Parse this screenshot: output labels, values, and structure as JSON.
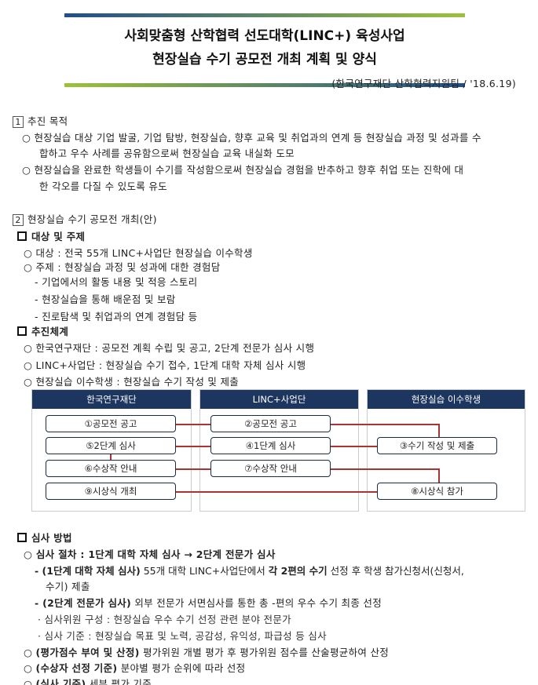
{
  "header": {
    "title_line1": "사회맞춤형 산학협력 선도대학(LINC+) 육성사업",
    "title_line2": "현장실습 수기 공모전 개최 계획 및 양식",
    "source": "(한국연구재단 산학협력지원팀 / '18.6.19)"
  },
  "section1": {
    "num": "1",
    "title": "추진 목적",
    "items": [
      {
        "line1": "○ 현장실습 대상 기업 발굴, 기업 탐방, 현장실습, 향후 교육 및 취업과의 연계 등 현장실습 과정 및 성과를 수",
        "line2": "합하고 우수 사례를 공유함으로써 현장실습 교육 내실화 도모"
      },
      {
        "line1": "○ 현장실습을 완료한 학생들이 수기를 작성함으로써 현장실습 경험을 반추하고 향후 취업 또는 진학에 대",
        "line2": "한 각오를 다질 수 있도록 유도"
      }
    ]
  },
  "section2": {
    "num": "2",
    "title": "현장실습 수기 공모전 개최(안)",
    "target": {
      "heading": "대상 및 주제",
      "lines": [
        "○ 대상 : 전국 55개 LINC+사업단 현장실습 이수학생",
        "○ 주제 : 현장실습 과정 및 성과에 대한 경험담",
        "- 기업에서의 활동 내용 및 적응 스토리",
        "- 현장실습을 통해 배운점 및 보람",
        "- 진로탐색 및 취업과의 연계 경험담 등"
      ]
    },
    "system": {
      "heading": "추진체계",
      "lines": [
        "○ 한국연구재단 : 공모전 계획 수립 및 공고, 2단계 전문가 심사 시행",
        "○  LINC+사업단 : 현장실습 수기 접수, 1단계 대학 자체 심사 시행",
        "○ 현장실습 이수학생 : 현장실습 수기 작성 및 제출"
      ]
    },
    "diagram": {
      "columns": [
        "한국연구재단",
        "LINC+사업단",
        "현장실습 이수학생"
      ],
      "steps": {
        "s1": "①공모전 공고",
        "s2": "②공모전 공고",
        "s3": "③수기 작성 및 제출",
        "s4": "④1단계 심사",
        "s5": "⑤2단계 심사",
        "s6": "⑥수상작 안내",
        "s7": "⑦수상작 안내",
        "s8": "⑧시상식 참가",
        "s9": "⑨시상식 개최"
      },
      "arrow_color": "#a33333",
      "header_color": "#1d3660"
    },
    "review": {
      "heading": "심사 방법",
      "l1": "○ 심사 절차 : 1단계 대학 자체 심사 → 2단계 전문가 심사",
      "l2_bold": "- (1단계 대학 자체 심사)",
      "l2_a": " 55개 대학 LINC+사업단에서 ",
      "l2_bold2": "각 2편의 수기",
      "l2_b": " 선정 후 학생 참가신청서(신청서,",
      "l2_cont": "수기) 제출",
      "l3_bold": "- (2단계 전문가 심사)",
      "l3": " 외부 전문가 서면심사를 통한 총 -편의 우수 수기 최종 선정",
      "l4": "· 심사위원 구성 : 현장실습 우수 수기 선정 관련 분야 전문가",
      "l5": "· 심사 기준 : 현장실습 목표 및 노력, 공감성, 유익성, 파급성 등 심사",
      "l6_bold": "(평가점수 부여 및 산정)",
      "l6": " 평가위원 개별 평가 후 평가위원 점수를 산술평균하여 산정",
      "l7_bold": "(수상자 선정 기준)",
      "l7": " 분야별 평가 순위에 따라 선정",
      "l8_bold": "(심사 기준)",
      "l8": " 세부 평가 기준",
      "circle": "○ "
    }
  }
}
